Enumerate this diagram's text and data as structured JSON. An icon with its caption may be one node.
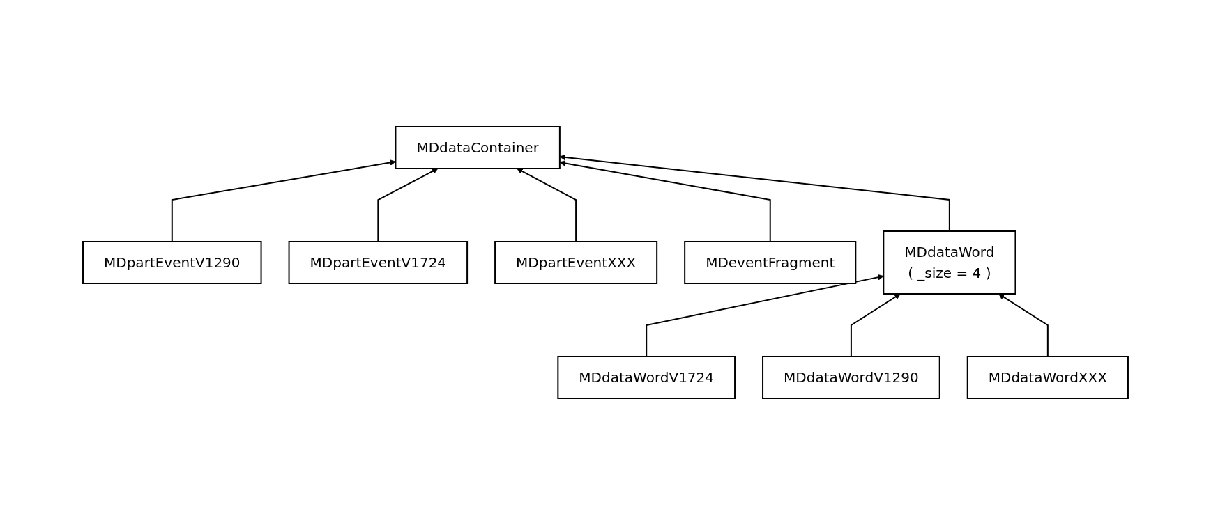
{
  "diagram": {
    "nodes": [
      {
        "text": [
          "MDpartEventV1290"
        ]
      },
      {
        "text": [
          "MDdataContainer"
        ]
      },
      {
        "text": [
          "MDpartEventV1724"
        ]
      },
      {
        "text": [
          "MDeventFragment"
        ]
      },
      {
        "text": [
          "MDdataWord",
          "( _size = 4 )"
        ]
      },
      {
        "text": [
          "MDpartEventXXX"
        ]
      },
      {
        "text": [
          "MDdataWordV1724"
        ]
      },
      {
        "text": [
          "MDdataWordXXX"
        ]
      },
      {
        "text": [
          "MDdataWordV1290"
        ]
      }
    ],
    "edges": [
      {
        "from": 0,
        "to": 1,
        "arrow": "to"
      },
      {
        "from": 2,
        "to": 1,
        "arrow": "to"
      },
      {
        "from": 5,
        "to": 1,
        "arrow": "to"
      },
      {
        "from": 3,
        "to": 1,
        "arrow": "to"
      },
      {
        "from": 4,
        "to": 1,
        "arrow": "to"
      },
      {
        "from": 6,
        "to": 4,
        "arrow": "to"
      },
      {
        "from": 8,
        "to": 4,
        "arrow": "to"
      },
      {
        "from": 7,
        "to": 4,
        "arrow": "to"
      }
    ]
  }
}
